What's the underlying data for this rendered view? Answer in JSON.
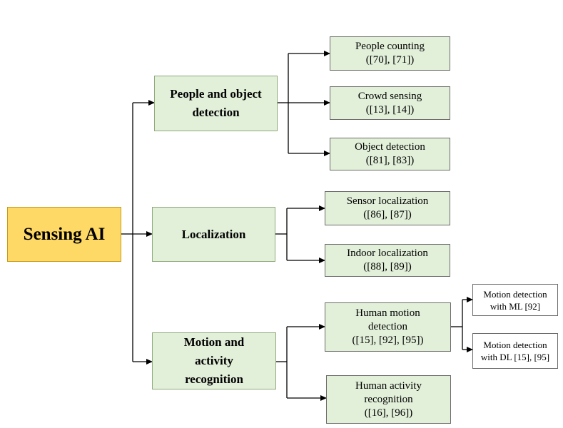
{
  "root": {
    "label": "Sensing AI"
  },
  "categories": [
    {
      "label": "People and object\ndetection",
      "children": [
        {
          "label": "People counting\n([70], [71])"
        },
        {
          "label": "Crowd sensing\n([13], [14])"
        },
        {
          "label": "Object detection\n([81], [83])"
        }
      ]
    },
    {
      "label": "Localization",
      "children": [
        {
          "label": "Sensor localization\n([86], [87])"
        },
        {
          "label": "Indoor localization\n([88], [89])"
        }
      ]
    },
    {
      "label": "Motion and\nactivity\nrecognition",
      "children": [
        {
          "label": "Human motion\ndetection\n([15], [92], [95])",
          "children": [
            {
              "label": "Motion detection\nwith ML [92]"
            },
            {
              "label": "Motion detection\nwith DL [15], [95]"
            }
          ]
        },
        {
          "label": "Human activity\nrecognition\n([16], [96])"
        }
      ]
    }
  ],
  "colors": {
    "root_fill": "#ffd966",
    "category_fill": "#e2efd9",
    "leaf_fill": "#e2efd9",
    "sub_leaf_fill": "#ffffff",
    "connector": "#000000"
  }
}
